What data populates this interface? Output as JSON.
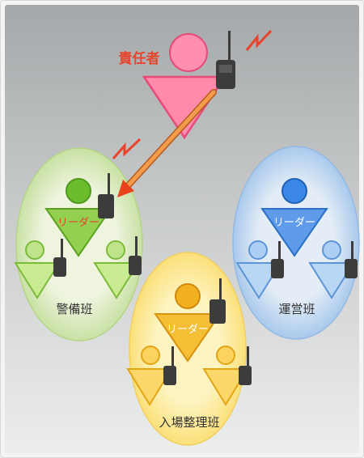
{
  "colors": {
    "background_top": "#a5a8aa",
    "background_bottom": "#e9eaea",
    "manager": "#ff6d92",
    "manager_label": "#e8432c",
    "lightning": "#e8432c",
    "arrow_start": "#ffe14a",
    "arrow_end": "#e8431c",
    "security": "#6cbd2c",
    "operations": "#2f7fe0",
    "entry": "#f0aa18",
    "radio": "#3c3c3c"
  },
  "manager": {
    "label": "責任者"
  },
  "teams": {
    "security": {
      "name": "警備班",
      "leader_label": "リーダー"
    },
    "operations": {
      "name": "運営班",
      "leader_label": "リーダー"
    },
    "entry": {
      "name": "入場整理班",
      "leader_label": "リーダー"
    }
  },
  "icons": [
    "person-icon",
    "radio-icon",
    "lightning-icon",
    "arrow"
  ]
}
